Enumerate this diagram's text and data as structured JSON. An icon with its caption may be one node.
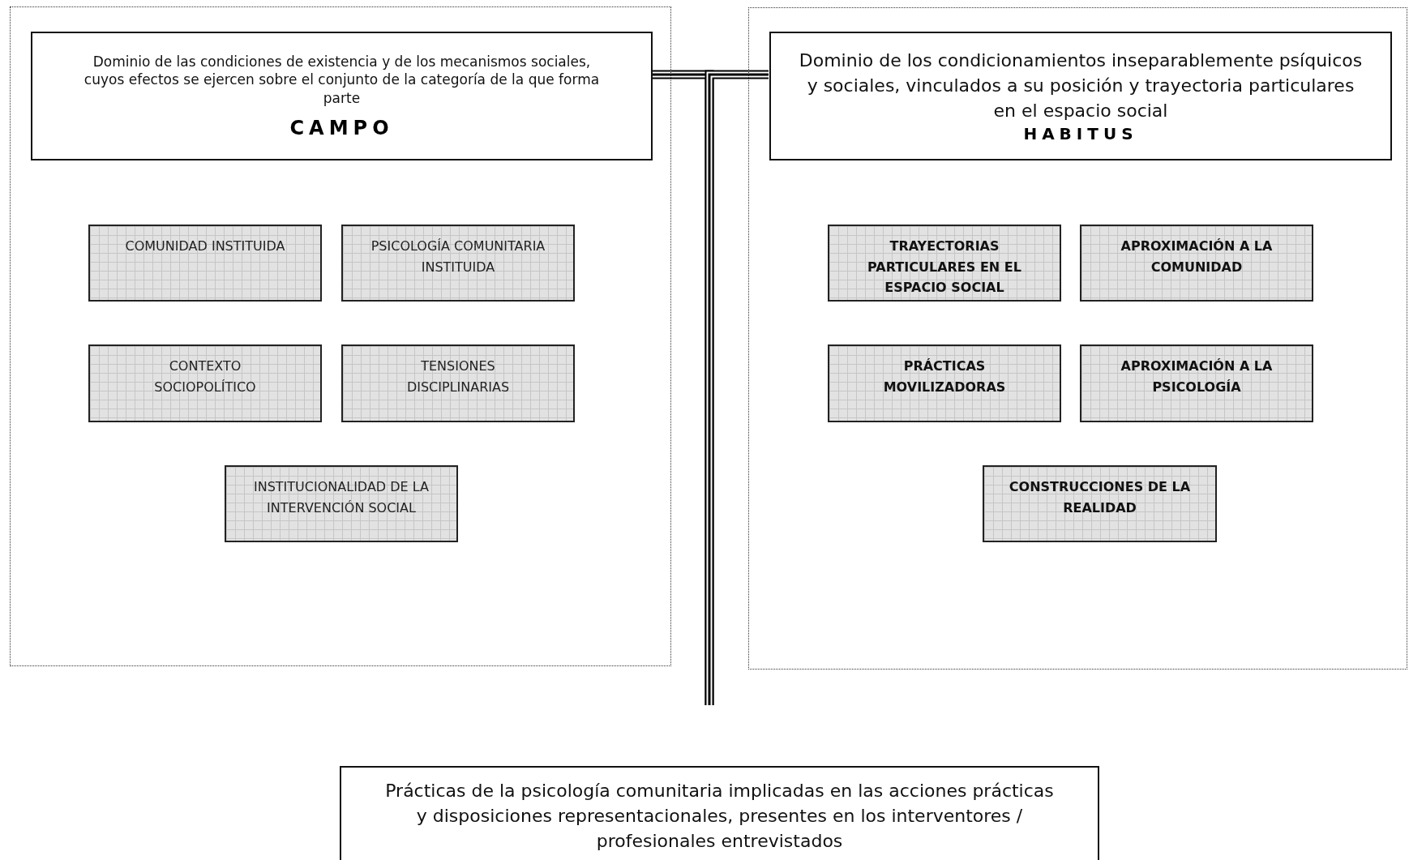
{
  "diagram": {
    "nodes": [
      {
        "text": [],
        "shape": "box"
      },
      {
        "text": [
          "Dominio de las condiciones de existencia y de los mecanismos sociales, cuyos efectos se ejercen sobre el conjunto de la categoría de la que forma parte",
          "CAMPO"
        ],
        "in": 0
      },
      {
        "text": [
          "COMUNIDAD INSTITUIDA"
        ],
        "in": 0
      },
      {
        "text": [
          "PSICOLOGÍA COMUNITARIA INSTITUIDA"
        ],
        "in": 0
      },
      {
        "text": [
          "CONTEXTO SOCIOPOLÍTICO"
        ],
        "in": 0
      },
      {
        "text": [
          "TENSIONES DISCIPLINARIAS"
        ],
        "in": 0
      },
      {
        "text": [
          "INSTITUCIONALIDAD DE LA INTERVENCIÓN SOCIAL"
        ],
        "in": 0
      },
      {
        "text": [],
        "shape": "box"
      },
      {
        "text": [
          "Dominio de los condicionamientos inseparablemente psíquicos y sociales, vinculados a su posición y trayectoria particulares en el espacio social",
          "HABITUS"
        ],
        "in": 7
      },
      {
        "text": [
          "TRAYECTORIAS PARTICULARES EN EL ESPACIO SOCIAL"
        ],
        "in": 7
      },
      {
        "text": [
          "APROXIMACIÓN A LA COMUNIDAD"
        ],
        "in": 7
      },
      {
        "text": [
          "PRÁCTICAS MOVILIZADORAS"
        ],
        "in": 7
      },
      {
        "text": [
          "APROXIMACIÓN A LA PSICOLOGÍA"
        ],
        "in": 7
      },
      {
        "text": [
          "CONSTRUCCIONES DE LA REALIDAD"
        ],
        "in": 7
      },
      {
        "text": [
          "Prácticas de la psicología comunitaria implicadas en las acciones prácticas y disposiciones representacionales, presentes en los interventores / profesionales entrevistados"
        ]
      }
    ],
    "edges": [
      {
        "from": 1,
        "to": null,
        "arrow": "none"
      },
      {
        "from": 8,
        "to": null,
        "arrow": "none"
      }
    ]
  }
}
